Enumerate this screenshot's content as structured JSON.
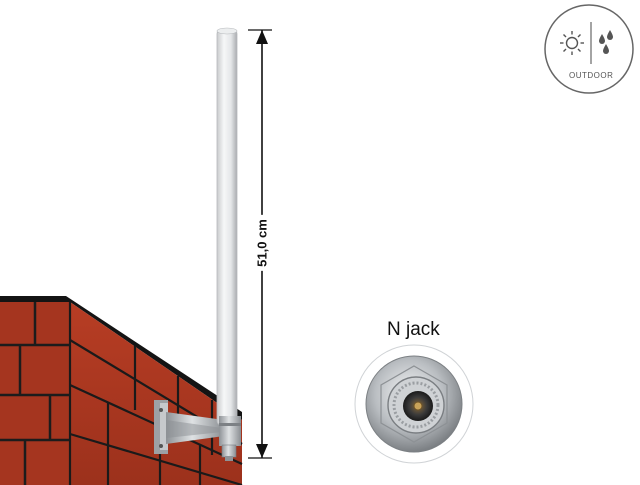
{
  "product": {
    "dimension_label": "51,0 cm",
    "connector_label": "N jack"
  },
  "badge": {
    "label": "OUTDOOR",
    "icons": [
      "sun-icon",
      "rain-drops-icon"
    ]
  },
  "colors": {
    "brick": "#b23a22",
    "mortar": "#1c1c1c",
    "antenna": "#e8eaec",
    "metal": "#b4b8bc",
    "badge_stroke": "#666666"
  }
}
